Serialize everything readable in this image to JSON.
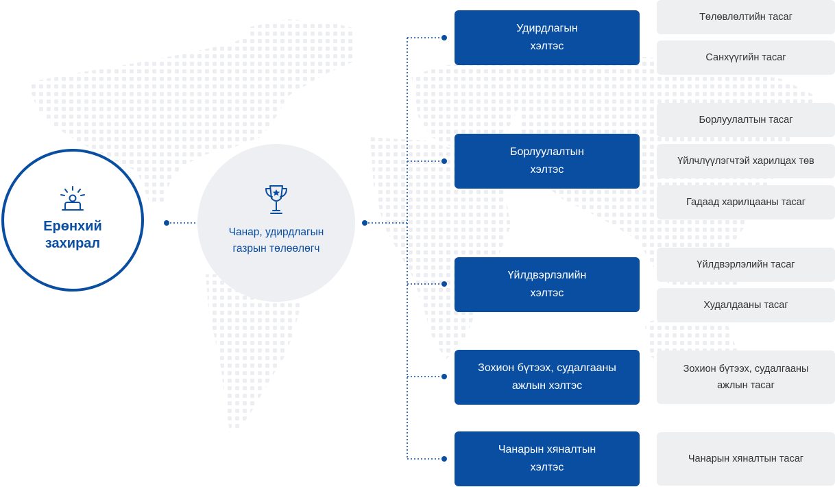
{
  "colors": {
    "brand_blue": "#0a4ea2",
    "node_grey": "#eeeff2",
    "map_dot": "#eceef1",
    "text_dark": "#333333"
  },
  "ceo": {
    "title": "Ерөнхий захирал",
    "icon": "alarm-light-icon"
  },
  "representative": {
    "title": "Чанар, удирдлагын газрын төлөөлөгч",
    "icon": "trophy-icon"
  },
  "departments": [
    {
      "label": "Удирдлагын хэлтэс",
      "subunits": [
        "Төлөвлөлтийн тасаг",
        "Санхүүгийн тасаг"
      ]
    },
    {
      "label": "Борлуулалтын хэлтэс",
      "subunits": [
        "Борлуулалтын тасаг",
        "Үйлчлүүлэгчтэй харилцах төв",
        "Гадаад харилцааны тасаг"
      ]
    },
    {
      "label": "Үйлдвэрлэлийн хэлтэс",
      "subunits": [
        "Үйлдвэрлэлийн тасаг",
        "Худалдааны тасаг"
      ]
    },
    {
      "label": "Зохион бүтээх, судалгааны ажлын хэлтэс",
      "subunits": [
        "Зохион бүтээх, судалгааны ажлын тасаг"
      ]
    },
    {
      "label": "Чанарын хяналтын хэлтэс",
      "subunits": [
        "Чанарын хяналтын тасаг"
      ]
    }
  ]
}
